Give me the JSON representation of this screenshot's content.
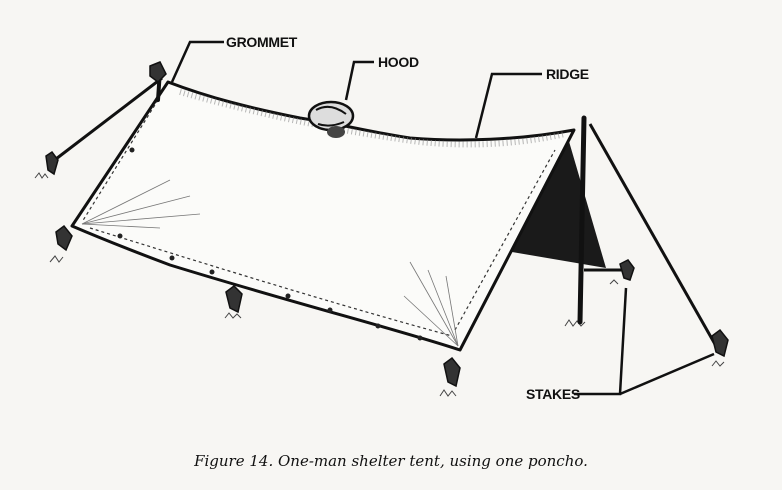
{
  "labels": {
    "grommet": "GROMMET",
    "hood": "HOOD",
    "ridge": "RIDGE",
    "stakes": "STAKES"
  },
  "caption": "Figure 14. One-man shelter tent, using one poncho.",
  "colors": {
    "ink": "#111111",
    "paper": "#f7f6f3",
    "canvas": "#fbfbf9"
  }
}
